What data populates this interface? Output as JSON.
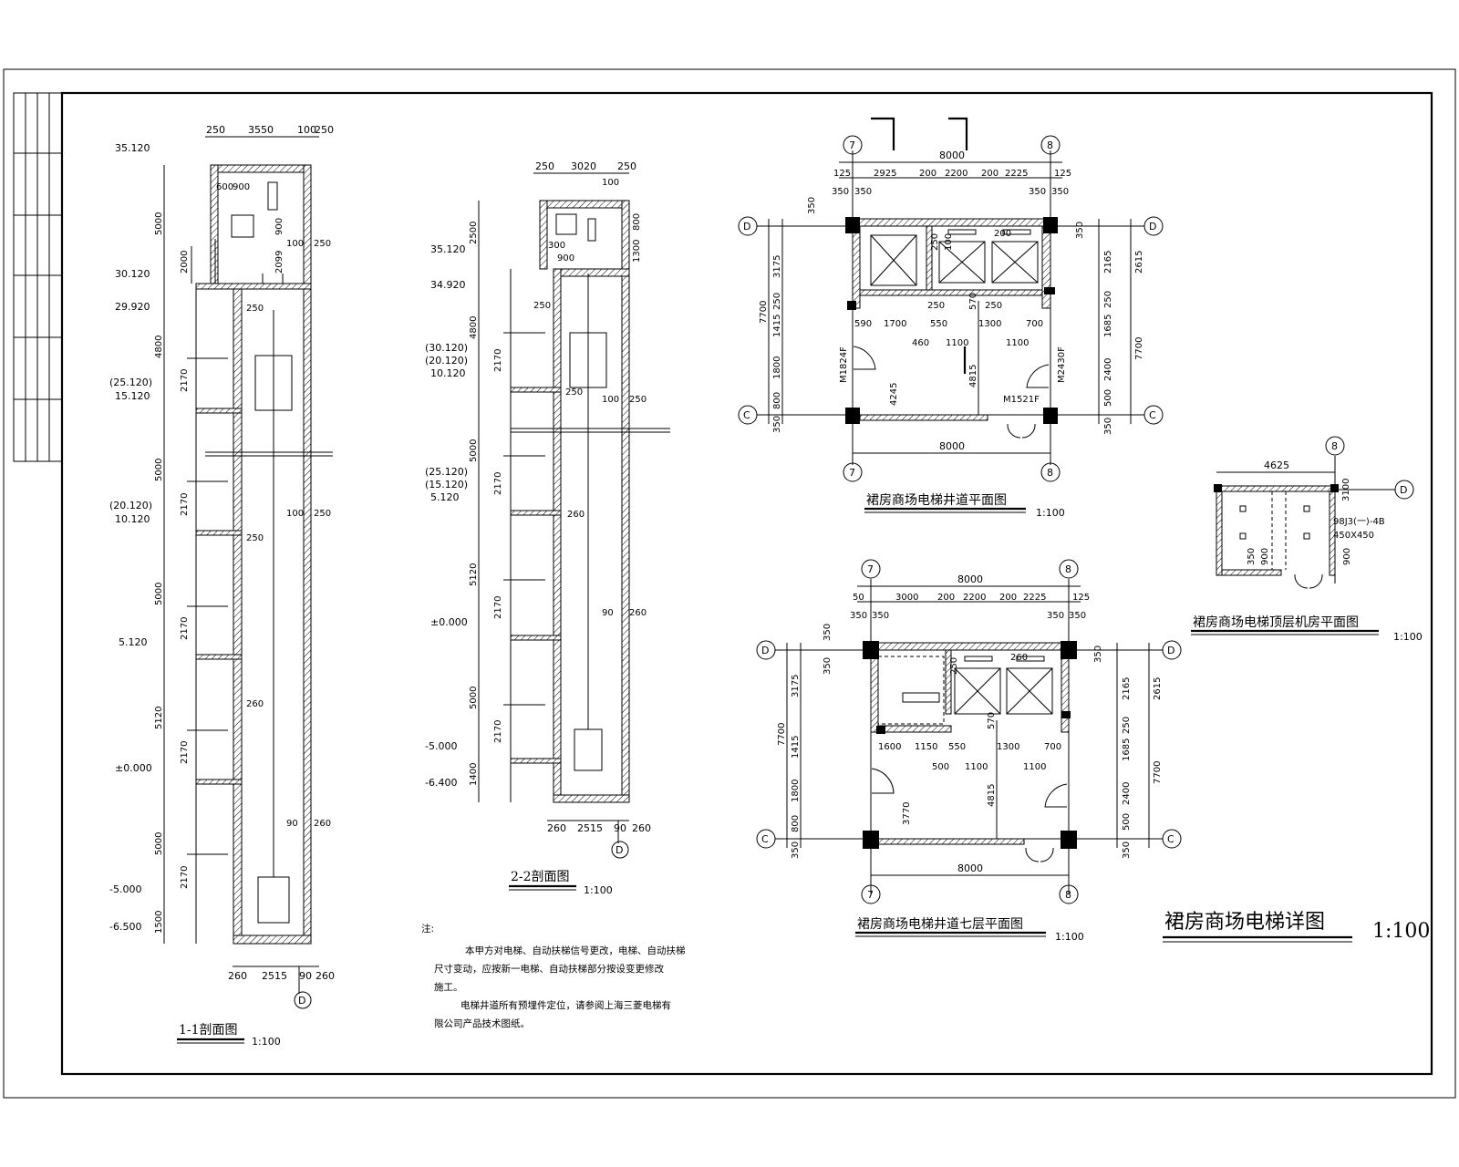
{
  "sheet": {
    "title": "裙房商场电梯详图",
    "scale": "1:100"
  },
  "section_1_1": {
    "title": "1-1剖面图",
    "scale": "1:100",
    "top_dims": [
      "250",
      "3550",
      "100",
      "250"
    ],
    "bottom_dims": [
      "260",
      "2515",
      "90",
      "260"
    ],
    "axis": "D",
    "levels": [
      "35.120",
      "30.120",
      "29.920",
      "(25.120)",
      "15.120",
      "(20.120)",
      "10.120",
      "5.120",
      "±0.000",
      "-5.000",
      "-6.500"
    ],
    "left_dims": [
      "5000",
      "2000",
      "4800",
      "2170",
      "5000",
      "2170",
      "5000",
      "2170",
      "5120",
      "2170",
      "5000",
      "2170",
      "1500"
    ],
    "inner_dims": [
      "600",
      "900",
      "900",
      "2099",
      "100",
      "250",
      "250",
      "100",
      "250",
      "250",
      "260",
      "90",
      "260"
    ]
  },
  "section_2_2": {
    "title": "2-2剖面图",
    "scale": "1:100",
    "top_dims": [
      "250",
      "3020",
      "250",
      "100"
    ],
    "bottom_dims": [
      "260",
      "2515",
      "90",
      "260"
    ],
    "axis": "D",
    "levels": [
      "35.120",
      "34.920",
      "(30.120)",
      "(20.120)",
      "10.120",
      "(25.120)",
      "(15.120)",
      "5.120",
      "±0.000",
      "-5.000",
      "-6.400"
    ],
    "left_dims": [
      "2500",
      "4800",
      "2170",
      "5000",
      "2170",
      "5120",
      "2170",
      "5000",
      "2170",
      "1400"
    ],
    "inner_dims": [
      "300",
      "900",
      "800",
      "1300",
      "250",
      "250",
      "100",
      "250",
      "260",
      "90",
      "260"
    ]
  },
  "notes": {
    "heading": "注:",
    "line1": "本甲方对电梯、自动扶梯信号更改，电梯、自动扶梯",
    "line2": "尺寸变动，应按新一电梯、自动扶梯部分按设变更修改",
    "line3": "施工。",
    "line4": "电梯井道所有预埋件定位，请参阅上海三菱电梯有",
    "line5": "限公司产品技术图纸。"
  },
  "plan_shaft": {
    "title": "裙房商场电梯井道平面图",
    "scale": "1:100",
    "axes": [
      "7",
      "8",
      "D",
      "C"
    ],
    "top_dims": [
      "8000",
      "125",
      "2925",
      "200",
      "2200",
      "200",
      "2225",
      "125",
      "350",
      "350",
      "350",
      "350"
    ],
    "left_dims": [
      "350",
      "3175",
      "250",
      "1415",
      "1800",
      "800",
      "350",
      "7700"
    ],
    "right_dims": [
      "350",
      "2165",
      "2615",
      "250",
      "1685",
      "2400",
      "7700",
      "500",
      "350"
    ],
    "inner_dims": [
      "250",
      "100",
      "200",
      "590",
      "1700",
      "550",
      "1300",
      "700",
      "460",
      "1100",
      "1100",
      "4245",
      "4815",
      "570",
      "250",
      "250"
    ],
    "door_tags": [
      "M1824F",
      "M2430F",
      "M1521F"
    ],
    "bottom_dim": "8000"
  },
  "plan_floor7": {
    "title": "裙房商场电梯井道七层平面图",
    "scale": "1:100",
    "axes": [
      "7",
      "8",
      "D",
      "C"
    ],
    "top_dims": [
      "8000",
      "50",
      "3000",
      "200",
      "2200",
      "200",
      "2225",
      "125",
      "350",
      "350",
      "350",
      "350"
    ],
    "left_dims": [
      "350",
      "350",
      "3175",
      "7700",
      "1415",
      "1800",
      "800",
      "350"
    ],
    "right_dims": [
      "350",
      "2165",
      "2615",
      "250",
      "1685",
      "2400",
      "7700",
      "500",
      "350"
    ],
    "inner_dims": [
      "250",
      "260",
      "1600",
      "1150",
      "550",
      "1300",
      "700",
      "500",
      "1100",
      "1100",
      "4815",
      "3770",
      "570"
    ],
    "bottom_dim": "8000"
  },
  "plan_roof": {
    "title": "裙房商场电梯顶层机房平面图",
    "scale": "1:100",
    "axes": [
      "8",
      "D"
    ],
    "dims": [
      "4625",
      "3100",
      "900",
      "350",
      "900"
    ],
    "tag1": "98J3(一)-4B",
    "tag2": "450X450"
  }
}
